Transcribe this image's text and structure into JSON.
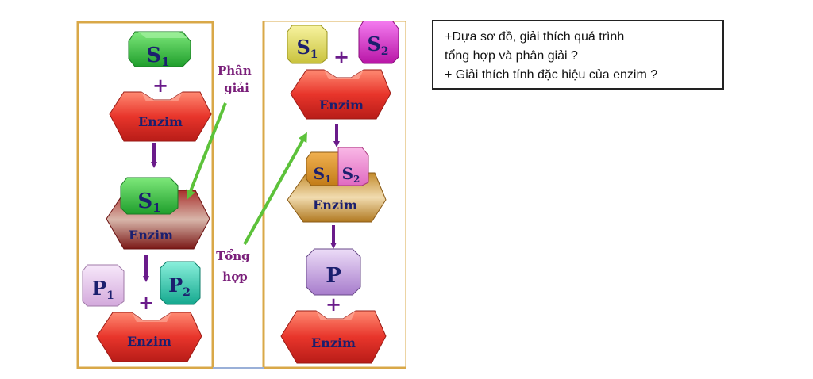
{
  "diagram": {
    "left_panel": {
      "substrate": "S",
      "substrate_sub": "1",
      "plus_top": "+",
      "enzyme_top": "Enzim",
      "complex_substrate": "S",
      "complex_substrate_sub": "1",
      "complex_enzyme": "Enzim",
      "product1": "P",
      "product1_sub": "1",
      "product2": "P",
      "product2_sub": "2",
      "plus_bottom": "+",
      "enzyme_bottom": "Enzim"
    },
    "middle_labels": {
      "breakdown_line1": "Phân",
      "breakdown_line2": "giải",
      "synthesis_line1": "Tổng",
      "synthesis_line2": "hợp"
    },
    "right_panel": {
      "substrate1": "S",
      "substrate1_sub": "1",
      "plus_top": "+",
      "substrate2": "S",
      "substrate2_sub": "2",
      "enzyme_top": "Enzim",
      "complex_s1": "S",
      "complex_s1_sub": "1",
      "complex_s2": "S",
      "complex_s2_sub": "2",
      "complex_enzyme": "Enzim",
      "product": "P",
      "plus_bottom": "+",
      "enzyme_bottom": "Enzim"
    }
  },
  "question_box": {
    "line1": "+Dựa sơ đồ, giải thích quá trình",
    "line2": "tổng hợp và phân giải ?",
    "line3": "+ Giải thích tính đặc hiệu của enzim ?"
  },
  "colors": {
    "panel_border": "#d9a848",
    "enzyme_red": "#e8352b",
    "complex_dark_red": "#8c1d1a",
    "complex_tan": "#d8a64a",
    "arrow_purple": "#6a1b8a",
    "arrow_green": "#5cc23a",
    "label_purple": "#7a1f7a",
    "s1_green": "#3ec94a",
    "s1_yellow": "#e8e36a",
    "s2_magenta": "#e22fd2",
    "p1_lavender": "#e7c7ec",
    "p2_teal": "#2cd0b2",
    "p_purple": "#c39ae0",
    "text_navy": "#1b1f6e"
  }
}
